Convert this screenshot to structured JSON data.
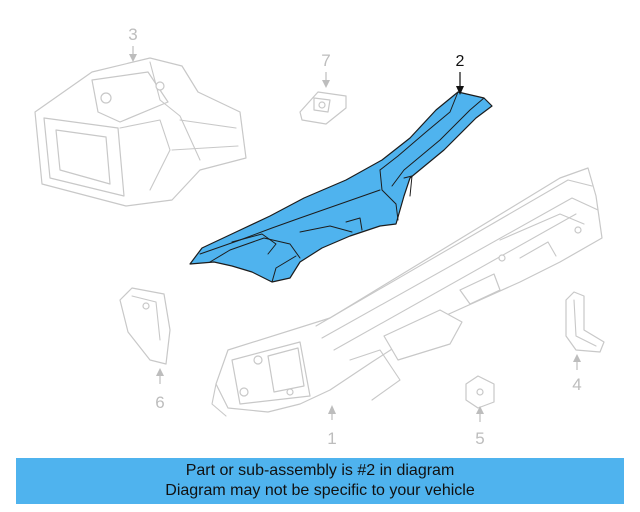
{
  "diagram": {
    "callouts": [
      {
        "id": "1",
        "label": "1",
        "highlighted": false
      },
      {
        "id": "2",
        "label": "2",
        "highlighted": true
      },
      {
        "id": "3",
        "label": "3",
        "highlighted": false
      },
      {
        "id": "4",
        "label": "4",
        "highlighted": false
      },
      {
        "id": "5",
        "label": "5",
        "highlighted": false
      },
      {
        "id": "6",
        "label": "6",
        "highlighted": false
      },
      {
        "id": "7",
        "label": "7",
        "highlighted": false
      }
    ],
    "highlight_color": "#4fb3ee",
    "ghost_color": "#c8c8c8"
  },
  "banner": {
    "line1": "Part or sub-assembly is #2 in diagram",
    "line2": "Diagram may not be specific to your vehicle",
    "background": "#4fb3ee"
  }
}
